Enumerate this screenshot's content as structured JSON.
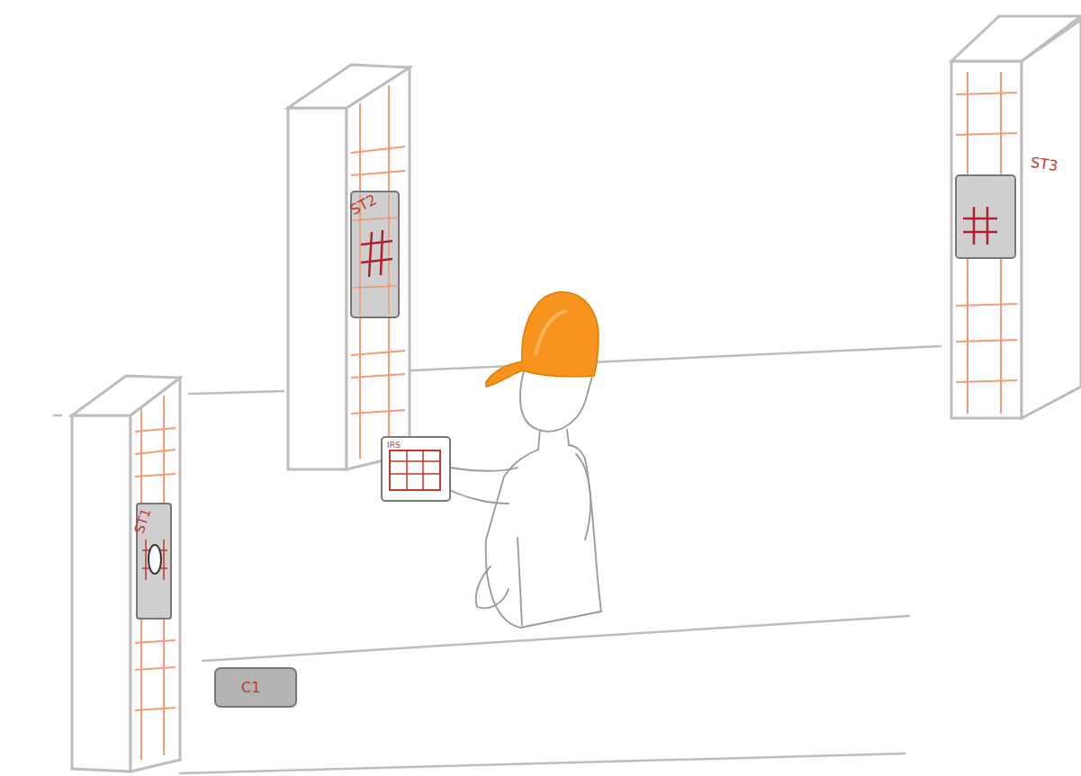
{
  "diagram": {
    "nodes": [
      {
        "text": [
          "ST1"
        ]
      },
      {
        "text": [
          "ST2"
        ]
      },
      {
        "text": [
          "ST3"
        ]
      },
      {
        "text": [
          "IRS"
        ]
      },
      {
        "text": [
          "C1"
        ]
      }
    ]
  }
}
